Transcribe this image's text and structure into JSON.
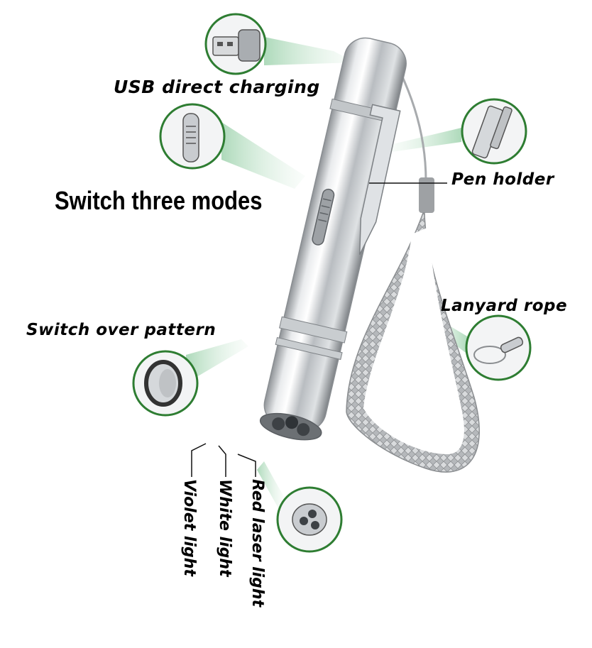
{
  "labels": {
    "usb": "USB direct charging",
    "switch_modes": "Switch three modes",
    "pen_holder": "Pen holder",
    "lanyard": "Lanyard rope",
    "pattern": "Switch over pattern",
    "violet": "Violet light",
    "white": "White light",
    "red": "Red laser light"
  },
  "colors": {
    "accent_ring": "#2e7d32",
    "beam": "#b9dfc4",
    "metal": "#c9ccd0"
  }
}
